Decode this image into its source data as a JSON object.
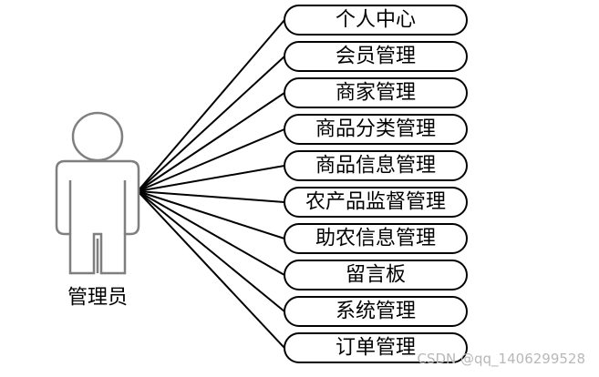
{
  "actor": {
    "label": "管理员",
    "icon": "person-icon"
  },
  "use_cases": [
    {
      "label": "个人中心"
    },
    {
      "label": "会员管理"
    },
    {
      "label": "商家管理"
    },
    {
      "label": "商品分类管理"
    },
    {
      "label": "商品信息管理"
    },
    {
      "label": "农产品监督管理"
    },
    {
      "label": "助农信息管理"
    },
    {
      "label": "留言板"
    },
    {
      "label": "系统管理"
    },
    {
      "label": "订单管理"
    }
  ],
  "watermark": "CSDN @qq_1406299528",
  "colors": {
    "line": "#000000",
    "actor_outline": "#7f7f7f",
    "watermark": "#b8b8b8"
  }
}
